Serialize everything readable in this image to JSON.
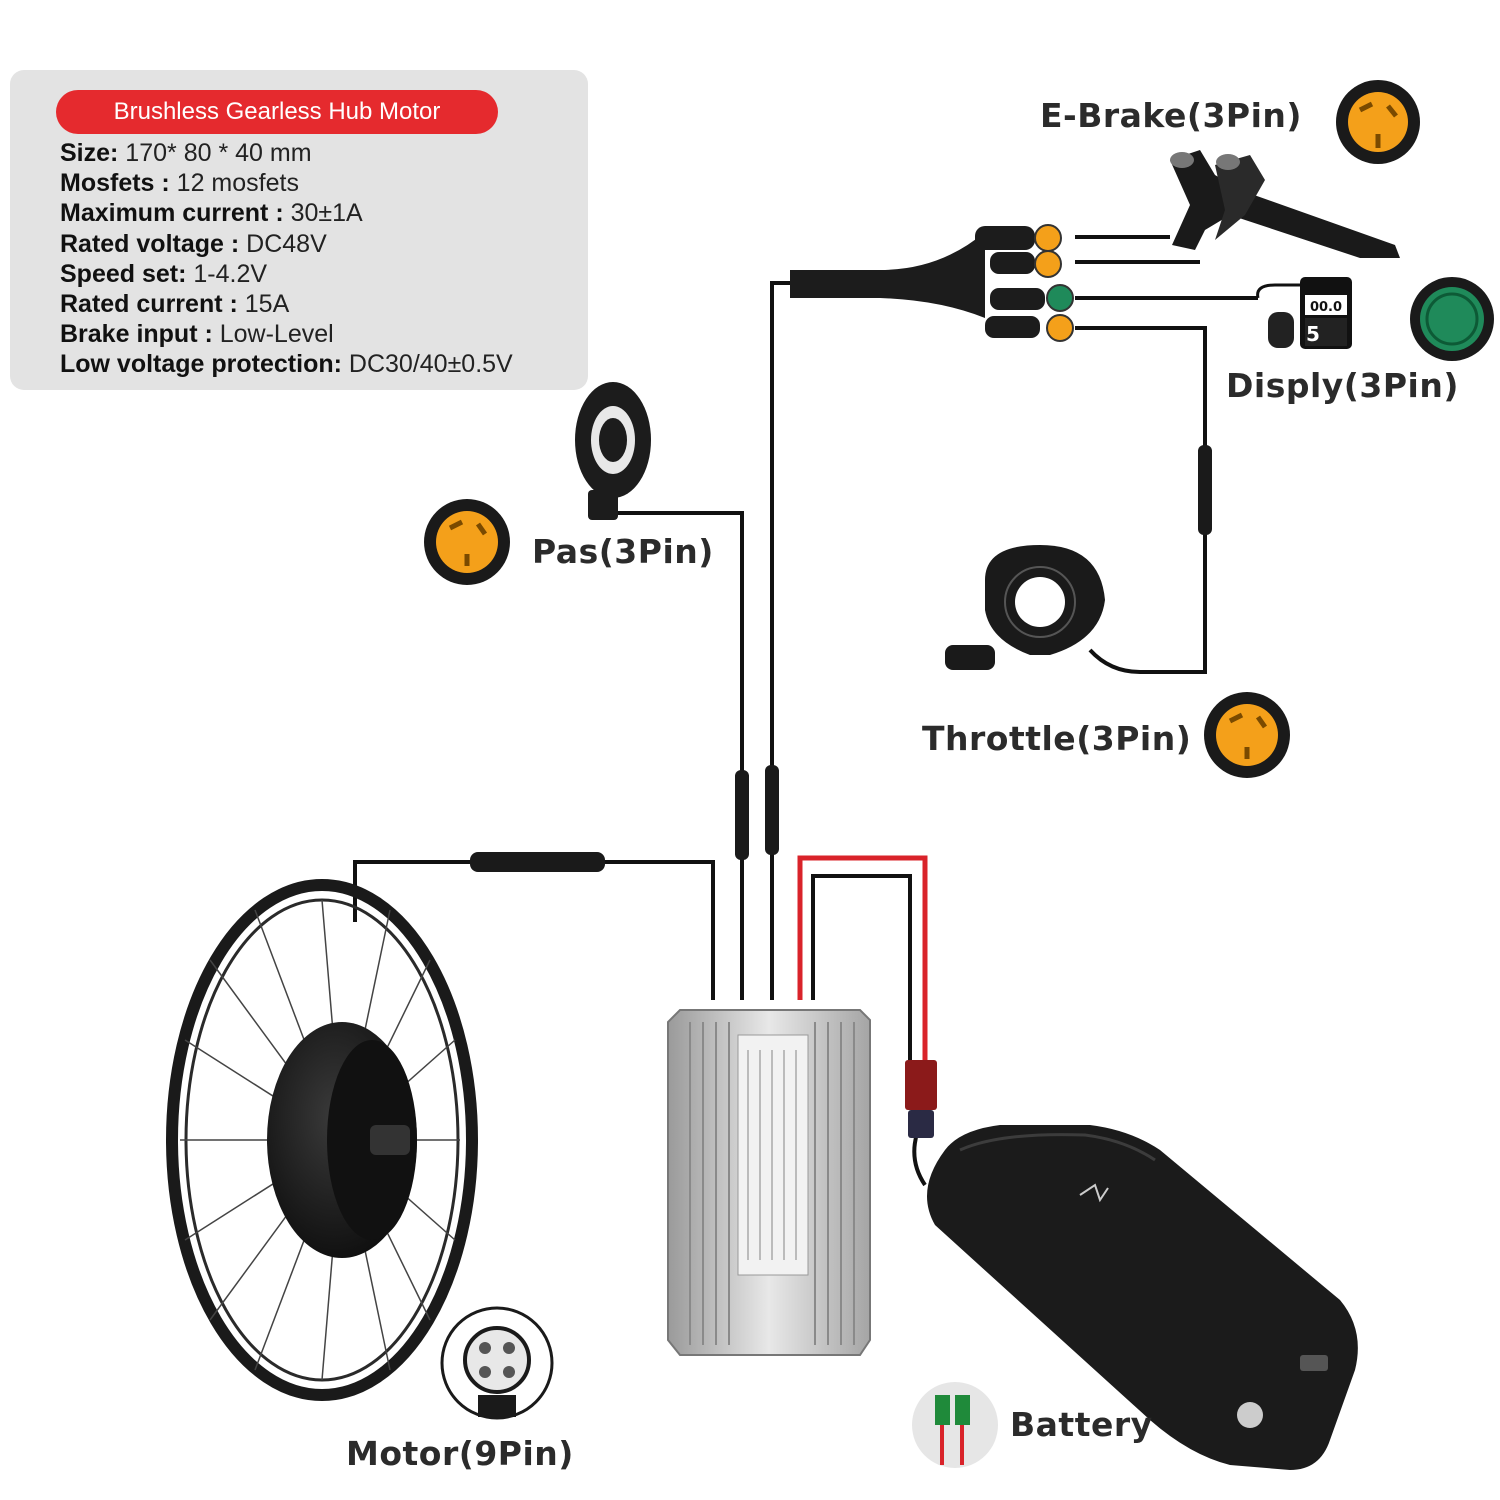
{
  "spec": {
    "title": "Brushless Gearless Hub Motor",
    "rows": [
      {
        "key": "Size:",
        "value": " 170* 80 * 40 mm"
      },
      {
        "key": "Mosfets :",
        "value": " 12 mosfets"
      },
      {
        "key": "Maximum current :",
        "value": " 30±1A"
      },
      {
        "key": "Rated voltage :",
        "value": " DC48V"
      },
      {
        "key": "Speed set:",
        "value": " 1-4.2V"
      },
      {
        "key": "Rated current :",
        "value": " 15A"
      },
      {
        "key": "Brake input :",
        "value": " Low-Level"
      },
      {
        "key": "Low voltage protection:",
        "value": " DC30/40±0.5V"
      }
    ]
  },
  "labels": {
    "ebrake": "E-Brake(3Pin)",
    "display": "Disply(3Pin)",
    "pas": "Pas(3Pin)",
    "throttle": "Throttle(3Pin)",
    "motor": "Motor(9Pin)",
    "battery": "Battery"
  },
  "display_screen": {
    "speed": "00.0",
    "level": "5"
  },
  "colors": {
    "connector_orange": "#f4a01a",
    "connector_green": "#1f8a5a",
    "spec_pill_red": "#e52a2e",
    "wire_red": "#d9232a",
    "wire_black": "#111111"
  }
}
